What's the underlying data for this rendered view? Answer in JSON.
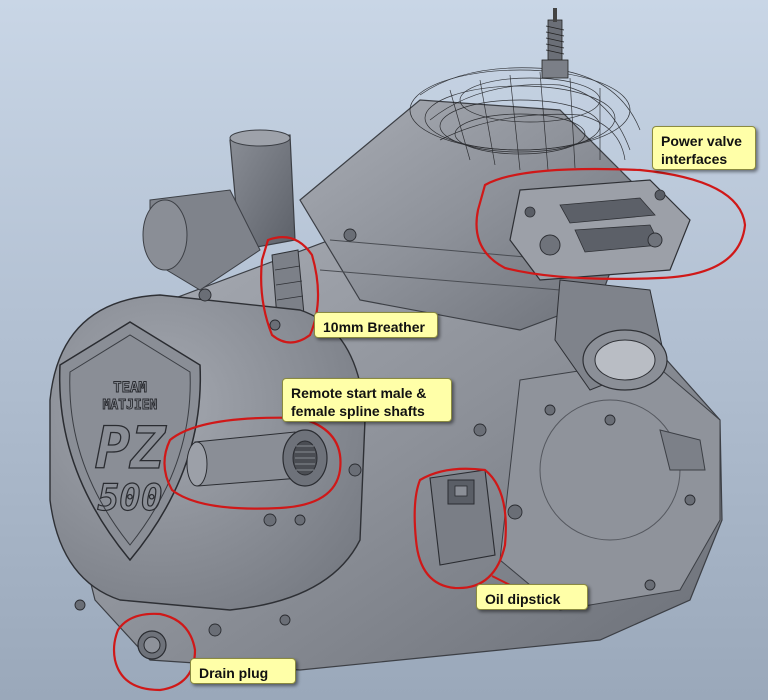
{
  "callouts": {
    "power_valve": "Power valve\ninterfaces",
    "breather": "10mm Breather",
    "remote_start": "Remote start male &\nfemale spline shafts",
    "oil_dipstick": "Oil dipstick",
    "drain_plug": "Drain plug"
  },
  "engine_badge": {
    "line1": "TEAM",
    "line2": "MATJIEN",
    "line3": "PZ",
    "line4": "500"
  },
  "colors": {
    "background": "#b8c6d8",
    "engine_metal": "#8e929b",
    "highlight_circle": "#d01818",
    "callout_fill": "#ffffa8"
  }
}
